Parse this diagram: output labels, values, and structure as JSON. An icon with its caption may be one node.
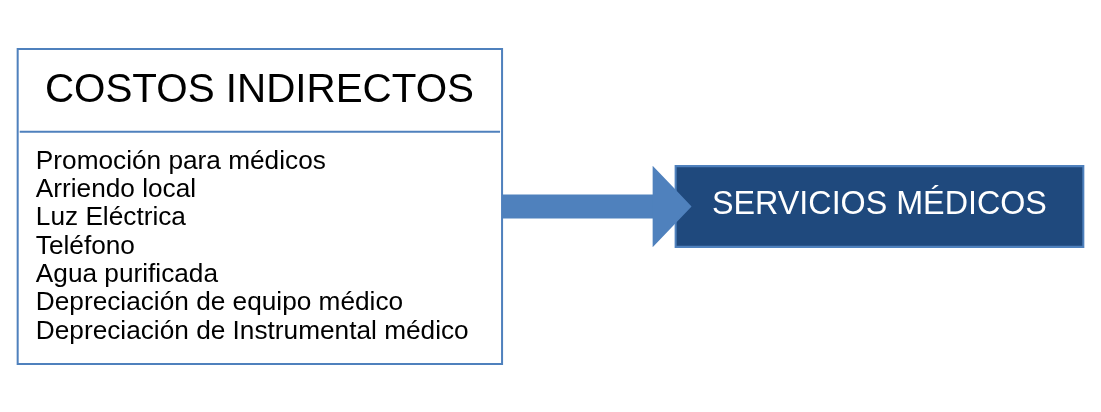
{
  "diagram": {
    "nodes": [
      {
        "text": [
          "COSTOS INDIRECTOS",
          "Promoción para médicos",
          "Arriendo local",
          "Luz Eléctrica",
          "Teléfono",
          "Agua purificada",
          "Depreciación de equipo médico",
          "Depreciación de Instrumental médico"
        ]
      },
      {
        "text": [
          "SERVICIOS MÉDICOS"
        ]
      }
    ],
    "edges": [
      {
        "from": 0,
        "to": 1,
        "arrow": "to"
      }
    ]
  }
}
